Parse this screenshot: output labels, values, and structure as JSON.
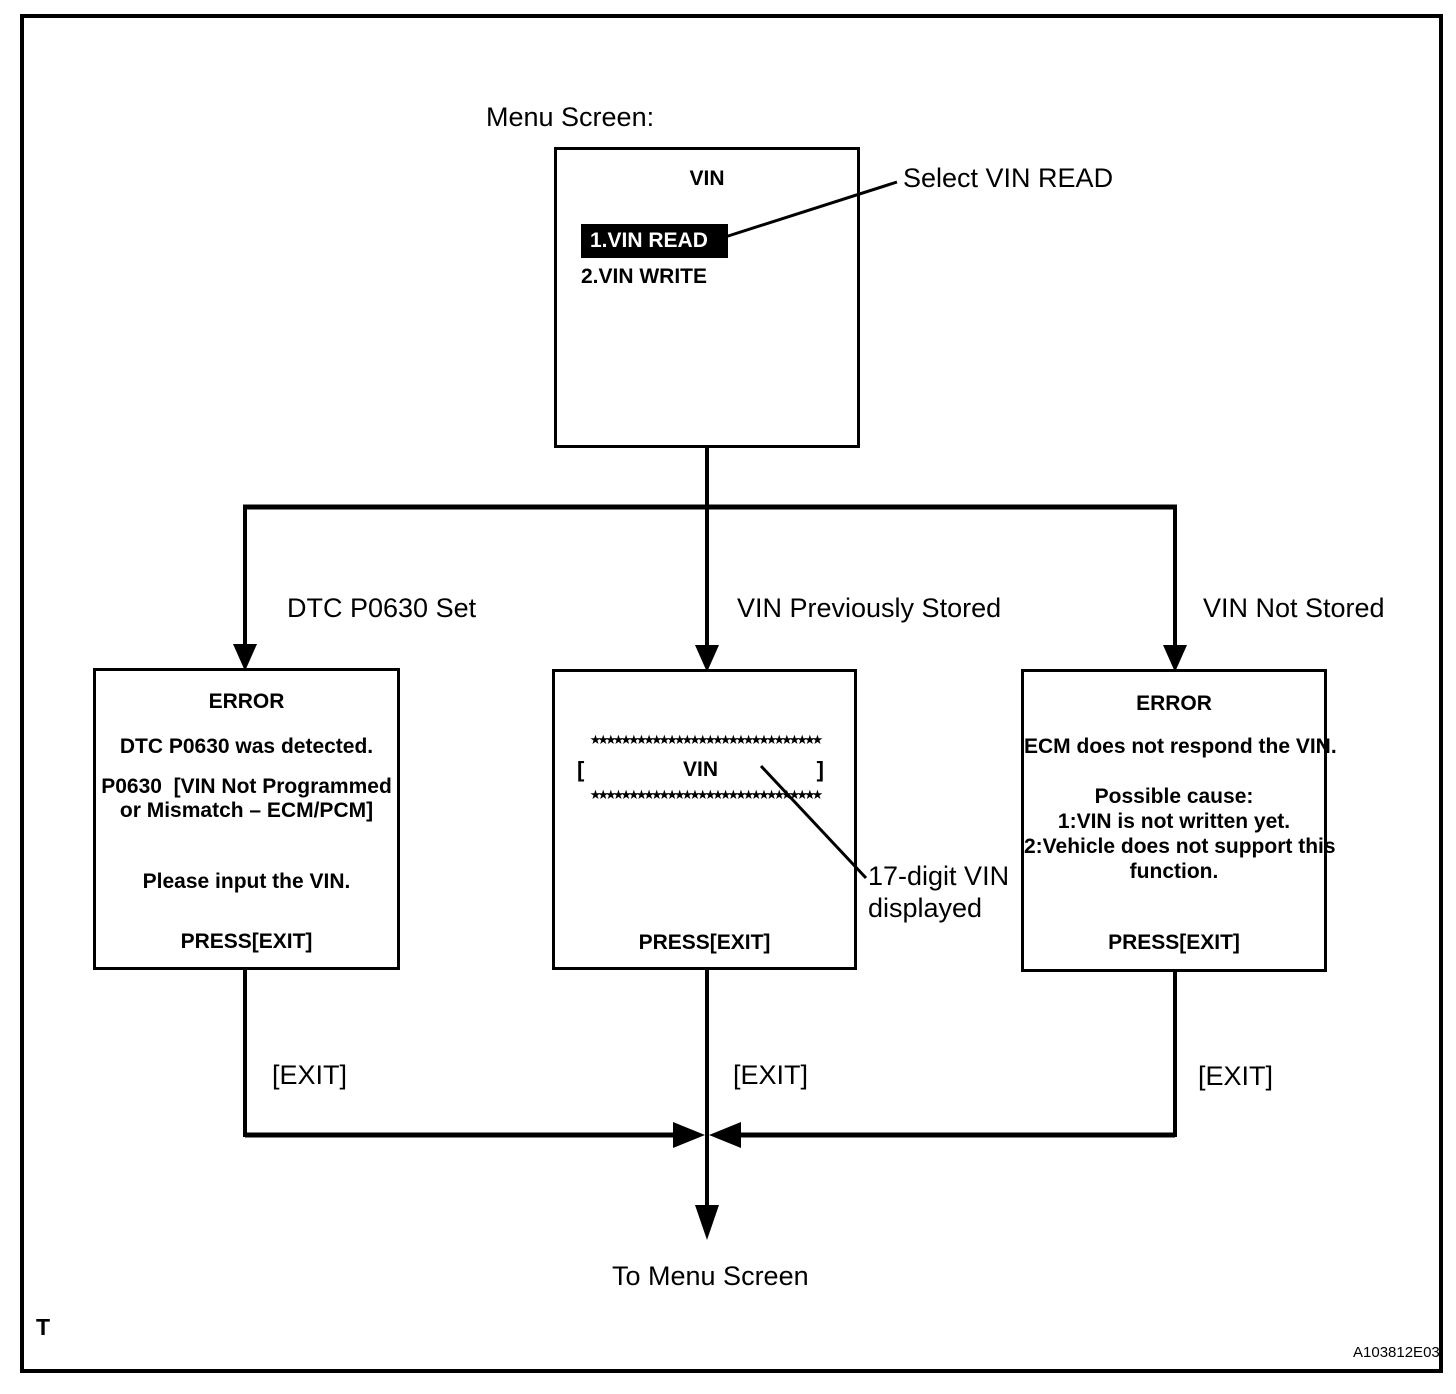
{
  "colors": {
    "ink": "#000000",
    "paper": "#ffffff",
    "highlight_bg": "#000000",
    "highlight_text": "#ffffff"
  },
  "page": {
    "menu_screen_label": "Menu Screen:",
    "select_vin_read_note": "Select VIN READ",
    "to_menu_screen": "To Menu Screen",
    "corner_mark": "T",
    "figure_id": "A103812E03"
  },
  "menu_box": {
    "title": "VIN",
    "items": [
      {
        "label": "1.VIN READ",
        "selected": true
      },
      {
        "label": "2.VIN WRITE",
        "selected": false
      }
    ]
  },
  "branch_labels": {
    "left": "DTC P0630 Set",
    "center": "VIN Previously Stored",
    "right": "VIN Not Stored"
  },
  "error_dtc_box": {
    "title": "ERROR",
    "detected_line": "DTC P0630 was detected.",
    "code_line1": "P0630  [VIN Not Programmed",
    "code_line2": "or Mismatch – ECM/PCM]",
    "input_line": "Please input the VIN.",
    "press_label": "PRESS[EXIT]"
  },
  "vin_display_box": {
    "stars": "★★★★★★★★★★★★★★★★★★★★★★★★★★★★★★",
    "open_bracket": "[",
    "title": "VIN",
    "close_bracket": "]",
    "press_label": "PRESS[EXIT]"
  },
  "vin_note": {
    "line1": "17-digit VIN",
    "line2": "displayed"
  },
  "error_ecm_box": {
    "title": "ERROR",
    "respond_line": "ECM does not respond the VIN.",
    "cause_header": "Possible cause:",
    "cause1": "1:VIN is not written yet.",
    "cause2": "2:Vehicle does not support this",
    "cause2_cont": "function.",
    "press_label": "PRESS[EXIT]"
  },
  "exit_labels": {
    "left": "[EXIT]",
    "center": "[EXIT]",
    "right": "[EXIT]"
  }
}
